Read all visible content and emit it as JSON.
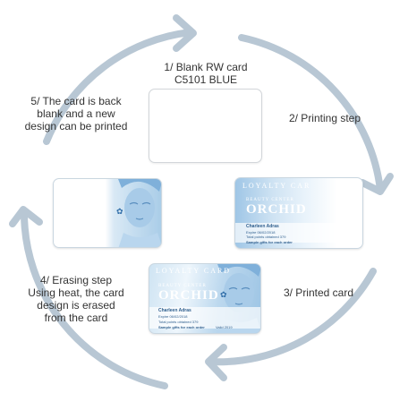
{
  "diagram": {
    "steps": [
      {
        "id": 1,
        "lines": [
          "1/ Blank RW card",
          "C5101 BLUE"
        ]
      },
      {
        "id": 2,
        "lines": [
          "2/ Printing step"
        ]
      },
      {
        "id": 3,
        "lines": [
          "3/ Printed card"
        ]
      },
      {
        "id": 4,
        "lines": [
          "4/ Erasing step",
          "Using heat, the card",
          "design is erased",
          "from the card"
        ]
      },
      {
        "id": 5,
        "lines": [
          "5/ The card is back",
          "blank and a new",
          "design can be printed"
        ]
      }
    ],
    "card": {
      "title": "LOYALTY CARD",
      "title_partial": "LOYALTY CAR",
      "brand_small": "BEAUTY CENTER",
      "brand_big": "ORCHID",
      "holder": "Charleen Adras",
      "expiry": "Expire 06/02/2018",
      "points": "Total points obtained 379",
      "offer": "Sample gifts for each order",
      "valid": "Valid 2019"
    },
    "colors": {
      "arrow": "#b8c7d4",
      "card_blue": "#8fbde3",
      "card_text": "#2f5f8e"
    }
  }
}
